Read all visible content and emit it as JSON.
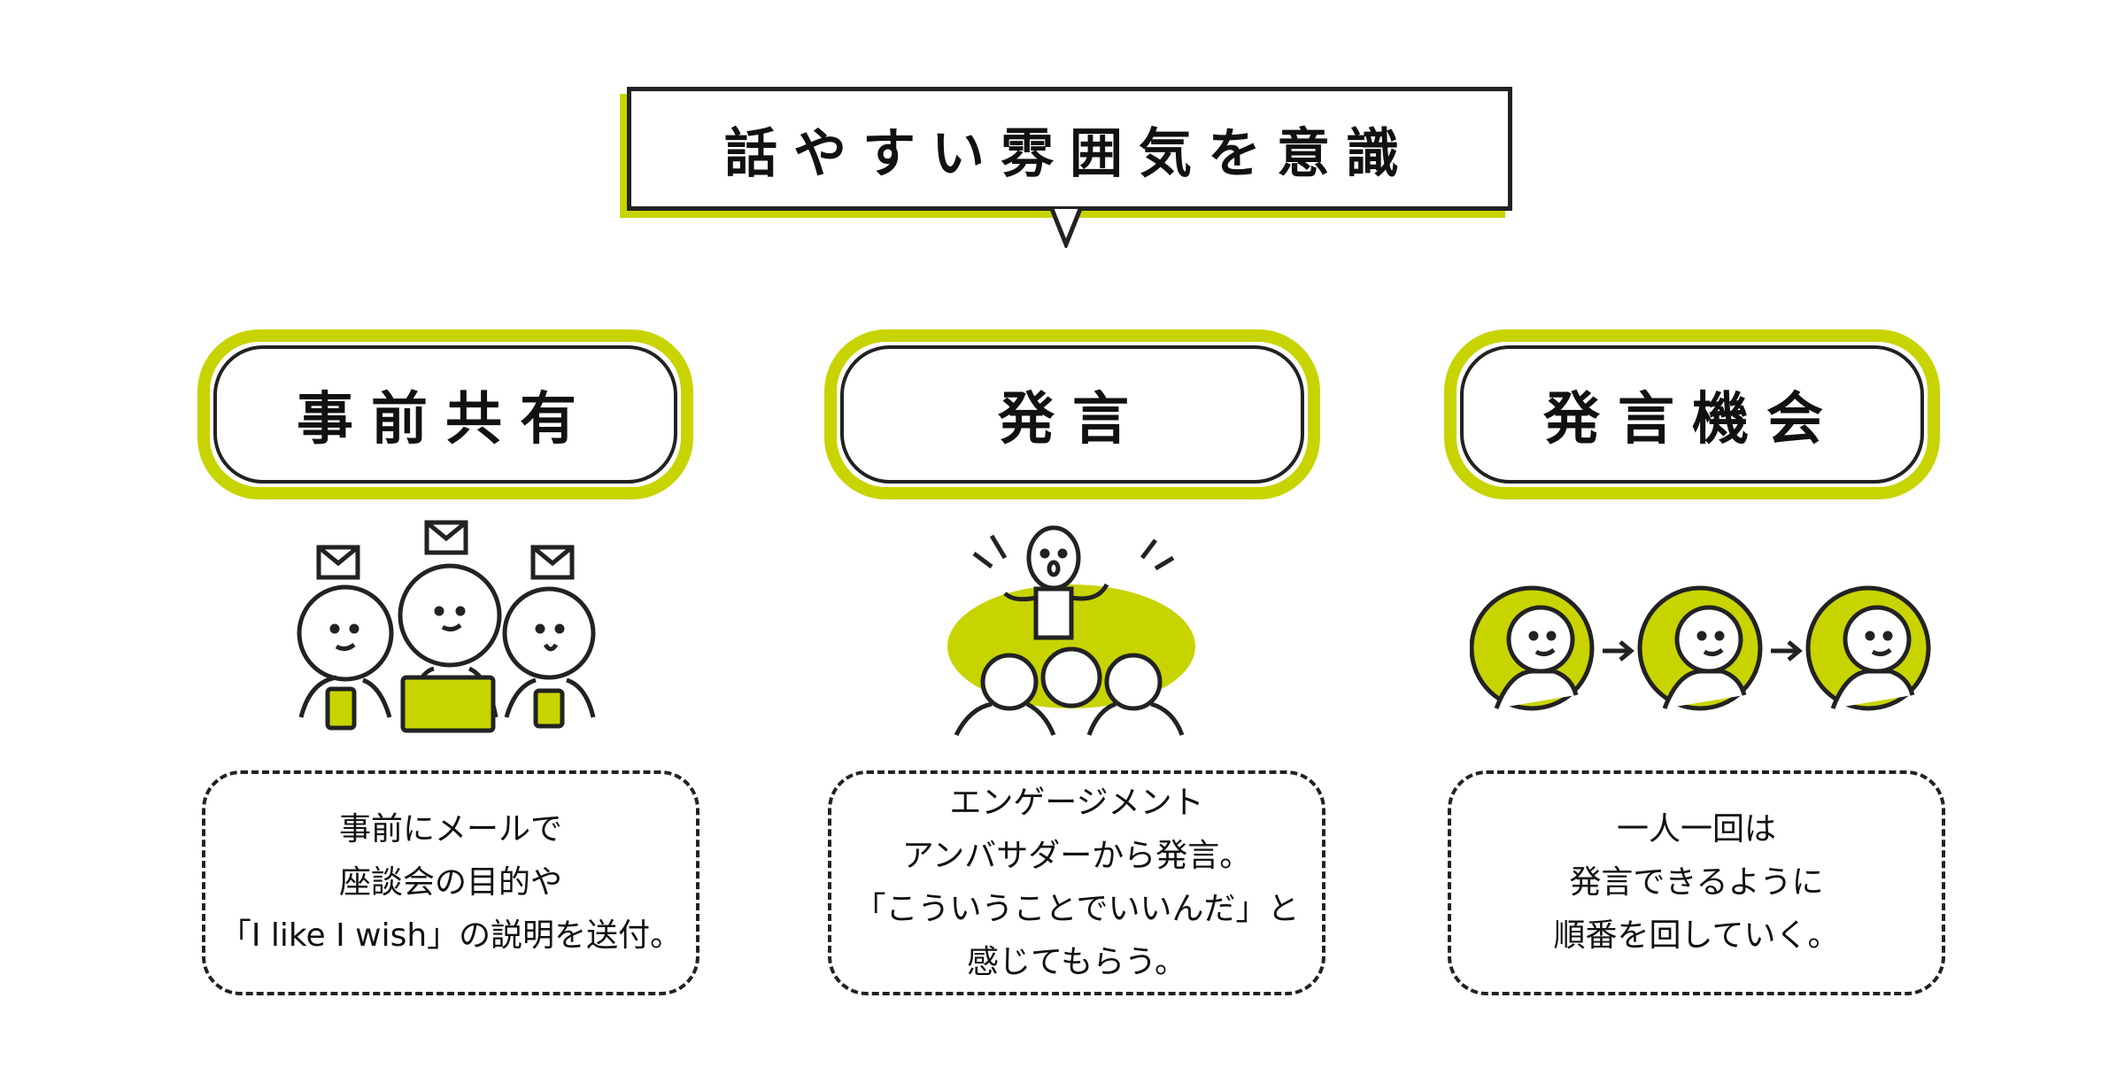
{
  "title": "話やすい雰囲気を意識",
  "colors": {
    "accent": "#c8d400",
    "ink": "#222222"
  },
  "columns": [
    {
      "heading": "事前共有",
      "icon": "three-people-with-mail-icon",
      "lines": [
        "事前にメールで",
        "座談会の目的や",
        "「I like I wish」の説明を送付。"
      ]
    },
    {
      "heading": "発言",
      "icon": "speaker-with-audience-icon",
      "lines": [
        "エンゲージメント",
        "アンバサダーから発言。",
        "「こういうことでいいんだ」と",
        "感じてもらう。"
      ]
    },
    {
      "heading": "発言機会",
      "icon": "turn-taking-people-icon",
      "lines": [
        "一人一回は",
        "発言できるように",
        "順番を回していく。"
      ]
    }
  ]
}
